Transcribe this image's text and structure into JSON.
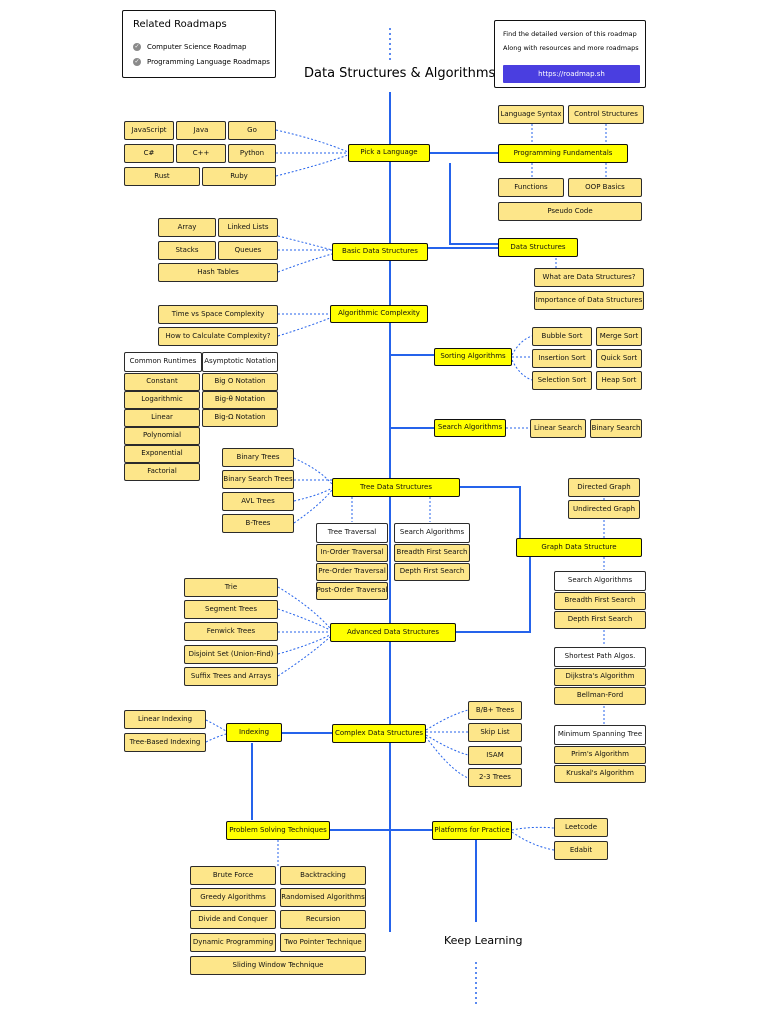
{
  "title": "Data Structures & Algorithms",
  "related": {
    "title": "Related Roadmaps",
    "items": [
      "Computer Science Roadmap",
      "Programming Language Roadmaps"
    ]
  },
  "find": {
    "line1": "Find the detailed version of this roadmap",
    "line2": "Along with resources and more roadmaps",
    "button": "https://roadmap.sh"
  },
  "footer": "Keep Learning",
  "colors": {
    "main": "#ffff00",
    "sub": "#fde68a",
    "edge": "#2563eb",
    "button": "#4a3ee0"
  },
  "nodes": {
    "pick_language": "Pick a Language",
    "javascript": "JavaScript",
    "java": "Java",
    "go": "Go",
    "csharp": "C#",
    "cpp": "C++",
    "python": "Python",
    "rust": "Rust",
    "ruby": "Ruby",
    "programming_fundamentals": "Programming Fundamentals",
    "language_syntax": "Language Syntax",
    "control_structures": "Control Structures",
    "functions": "Functions",
    "oop_basics": "OOP Basics",
    "pseudo_code": "Pseudo Code",
    "data_structures": "Data Structures",
    "what_are_ds": "What are Data Structures?",
    "importance_ds": "Importance of Data Structures",
    "basic_ds": "Basic Data Structures",
    "array": "Array",
    "linked_lists": "Linked Lists",
    "stacks": "Stacks",
    "queues": "Queues",
    "hash_tables": "Hash Tables",
    "algorithmic_complexity": "Algorithmic Complexity",
    "time_vs_space": "Time vs Space Complexity",
    "how_to_calc": "How to Calculate Complexity?",
    "common_runtimes": "Common Runtimes",
    "asymptotic_notation": "Asymptotic Notation",
    "constant": "Constant",
    "logarithmic": "Logarithmic",
    "linear": "Linear",
    "polynomial": "Polynomial",
    "exponential": "Exponential",
    "factorial": "Factorial",
    "big_o": "Big O Notation",
    "big_theta": "Big-θ Notation",
    "big_omega": "Big-Ω Notation",
    "sorting_algorithms": "Sorting Algorithms",
    "bubble_sort": "Bubble Sort",
    "merge_sort": "Merge Sort",
    "insertion_sort": "Insertion Sort",
    "quick_sort": "Quick Sort",
    "selection_sort": "Selection Sort",
    "heap_sort": "Heap Sort",
    "search_algorithms": "Search Algorithms",
    "linear_search": "Linear Search",
    "binary_search": "Binary Search",
    "tree_ds": "Tree Data Structures",
    "binary_trees": "Binary Trees",
    "bst": "Binary Search Trees",
    "avl_trees": "AVL Trees",
    "b_trees": "B-Trees",
    "tree_traversal": "Tree Traversal",
    "in_order": "In-Order Traversal",
    "pre_order": "Pre-Order Traversal",
    "post_order": "Post-Order Traversal",
    "tree_search_algos": "Search Algorithms",
    "bfs": "Breadth First Search",
    "dfs": "Depth First Search",
    "graph_ds": "Graph Data Structure",
    "directed_graph": "Directed Graph",
    "undirected_graph": "Undirected Graph",
    "graph_search_algos": "Search Algorithms",
    "graph_bfs": "Breadth First Search",
    "graph_dfs": "Depth First Search",
    "shortest_path": "Shortest Path Algos.",
    "dijkstra": "Dijkstra's Algorithm",
    "bellman_ford": "Bellman-Ford",
    "mst": "Minimum Spanning Tree",
    "prim": "Prim's Algorithm",
    "kruskal": "Kruskal's Algorithm",
    "advanced_ds": "Advanced Data Structures",
    "trie": "Trie",
    "segment_trees": "Segment Trees",
    "fenwick_trees": "Fenwick Trees",
    "disjoint_set": "Disjoint Set (Union-Find)",
    "suffix_trees": "Suffix Trees and Arrays",
    "complex_ds": "Complex Data Structures",
    "b_b_trees": "B/B+ Trees",
    "skip_list": "Skip List",
    "isam": "ISAM",
    "two_three_trees": "2-3 Trees",
    "indexing": "Indexing",
    "linear_indexing": "Linear Indexing",
    "tree_based_indexing": "Tree-Based Indexing",
    "problem_solving": "Problem Solving Techniques",
    "brute_force": "Brute Force",
    "backtracking": "Backtracking",
    "greedy": "Greedy Algorithms",
    "randomised": "Randomised Algorithms",
    "divide_conquer": "Divide and Conquer",
    "recursion": "Recursion",
    "dynamic_programming": "Dynamic Programming",
    "two_pointer": "Two Pointer Technique",
    "sliding_window": "Sliding Window Technique",
    "platforms": "Platforms for Practice",
    "leetcode": "Leetcode",
    "edabit": "Edabit"
  }
}
